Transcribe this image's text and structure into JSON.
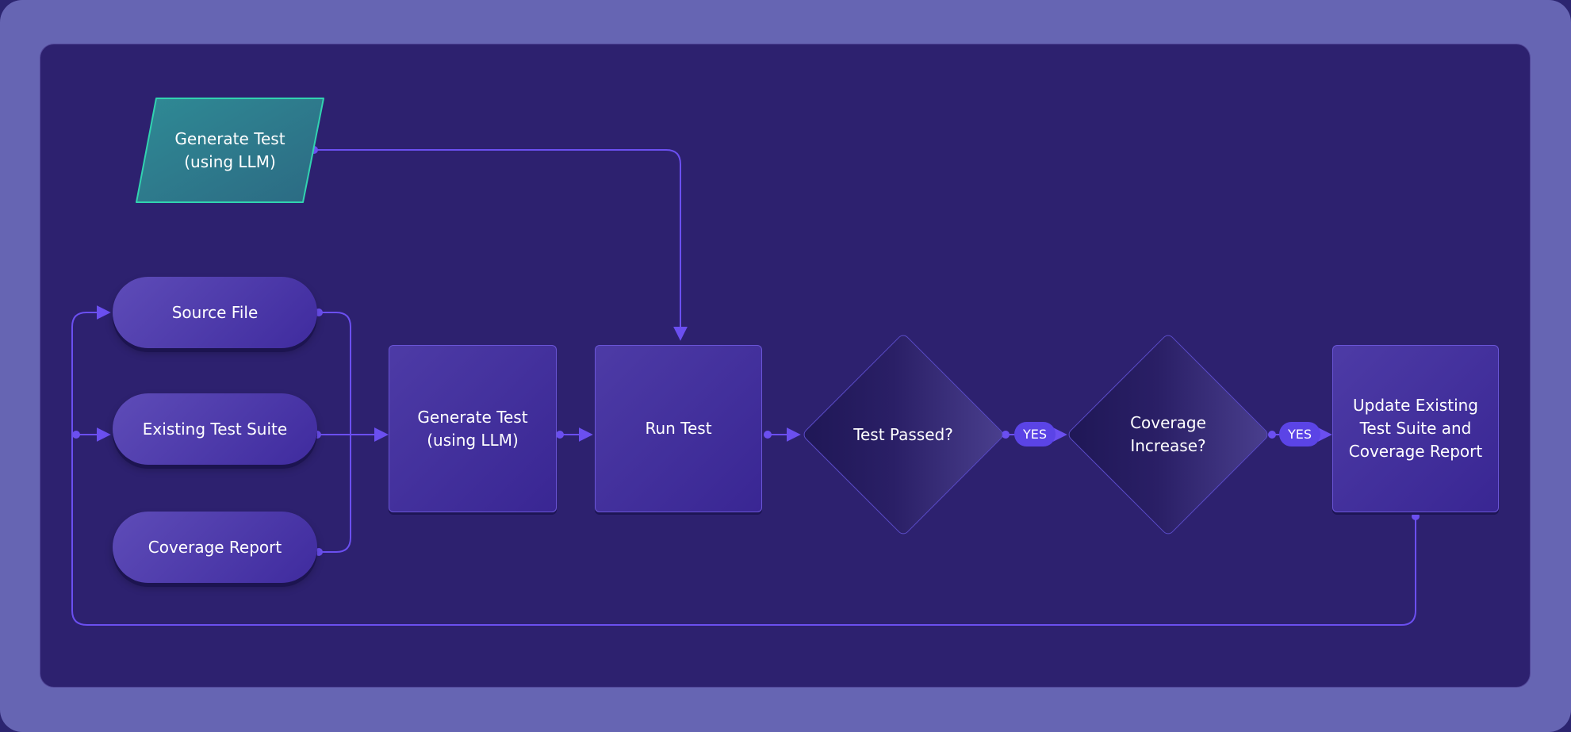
{
  "colors": {
    "frame": "#6665b3",
    "panel": "#2d216f",
    "connector": "#6b4ff0",
    "input_node": "#2f7a8c",
    "input_border": "#31d3b0",
    "badge": "#5b44e6"
  },
  "nodes": {
    "input": "Generate Test\n(using LLM)",
    "source_file": "Source File",
    "existing_test_suite": "Existing Test Suite",
    "coverage_report": "Coverage Report",
    "generate_test": "Generate Test\n(using LLM)",
    "run_test": "Run Test",
    "test_passed": "Test Passed?",
    "coverage_increase": "Coverage\nIncrease?",
    "update_suite": "Update Existing\nTest Suite and\nCoverage Report"
  },
  "edges": [
    {
      "from": "input",
      "to": "run_test",
      "label": ""
    },
    {
      "from": "source_file",
      "to": "generate_test",
      "label": ""
    },
    {
      "from": "existing_test_suite",
      "to": "generate_test",
      "label": ""
    },
    {
      "from": "coverage_report",
      "to": "generate_test",
      "label": ""
    },
    {
      "from": "generate_test",
      "to": "run_test",
      "label": ""
    },
    {
      "from": "run_test",
      "to": "test_passed",
      "label": ""
    },
    {
      "from": "test_passed",
      "to": "coverage_increase",
      "label": "YES"
    },
    {
      "from": "coverage_increase",
      "to": "update_suite",
      "label": "YES"
    },
    {
      "from": "update_suite",
      "to": "source_file",
      "label": ""
    },
    {
      "from": "update_suite",
      "to": "existing_test_suite",
      "label": ""
    }
  ],
  "labels": {
    "yes_1": "YES",
    "yes_2": "YES"
  }
}
